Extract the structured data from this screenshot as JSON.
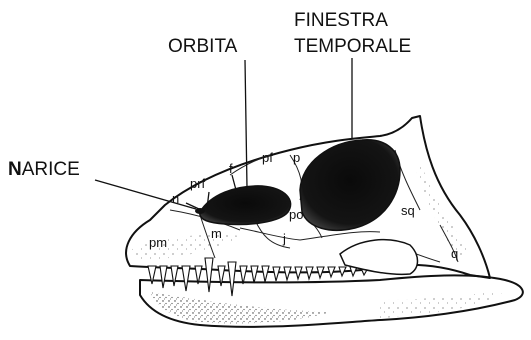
{
  "diagram": {
    "labels": {
      "narice_initial": "N",
      "narice_rest": "ARICE",
      "orbita": "ORBITA",
      "finestra_line1": "FINESTRA",
      "finestra_line2": "TEMPORALE"
    },
    "bones": {
      "n": "n",
      "prf": "prf",
      "f": "f",
      "pf": "pf",
      "p": "p",
      "po": "po",
      "j": "j",
      "m": "m",
      "pm": "pm",
      "sq": "sq",
      "q": "q"
    }
  }
}
